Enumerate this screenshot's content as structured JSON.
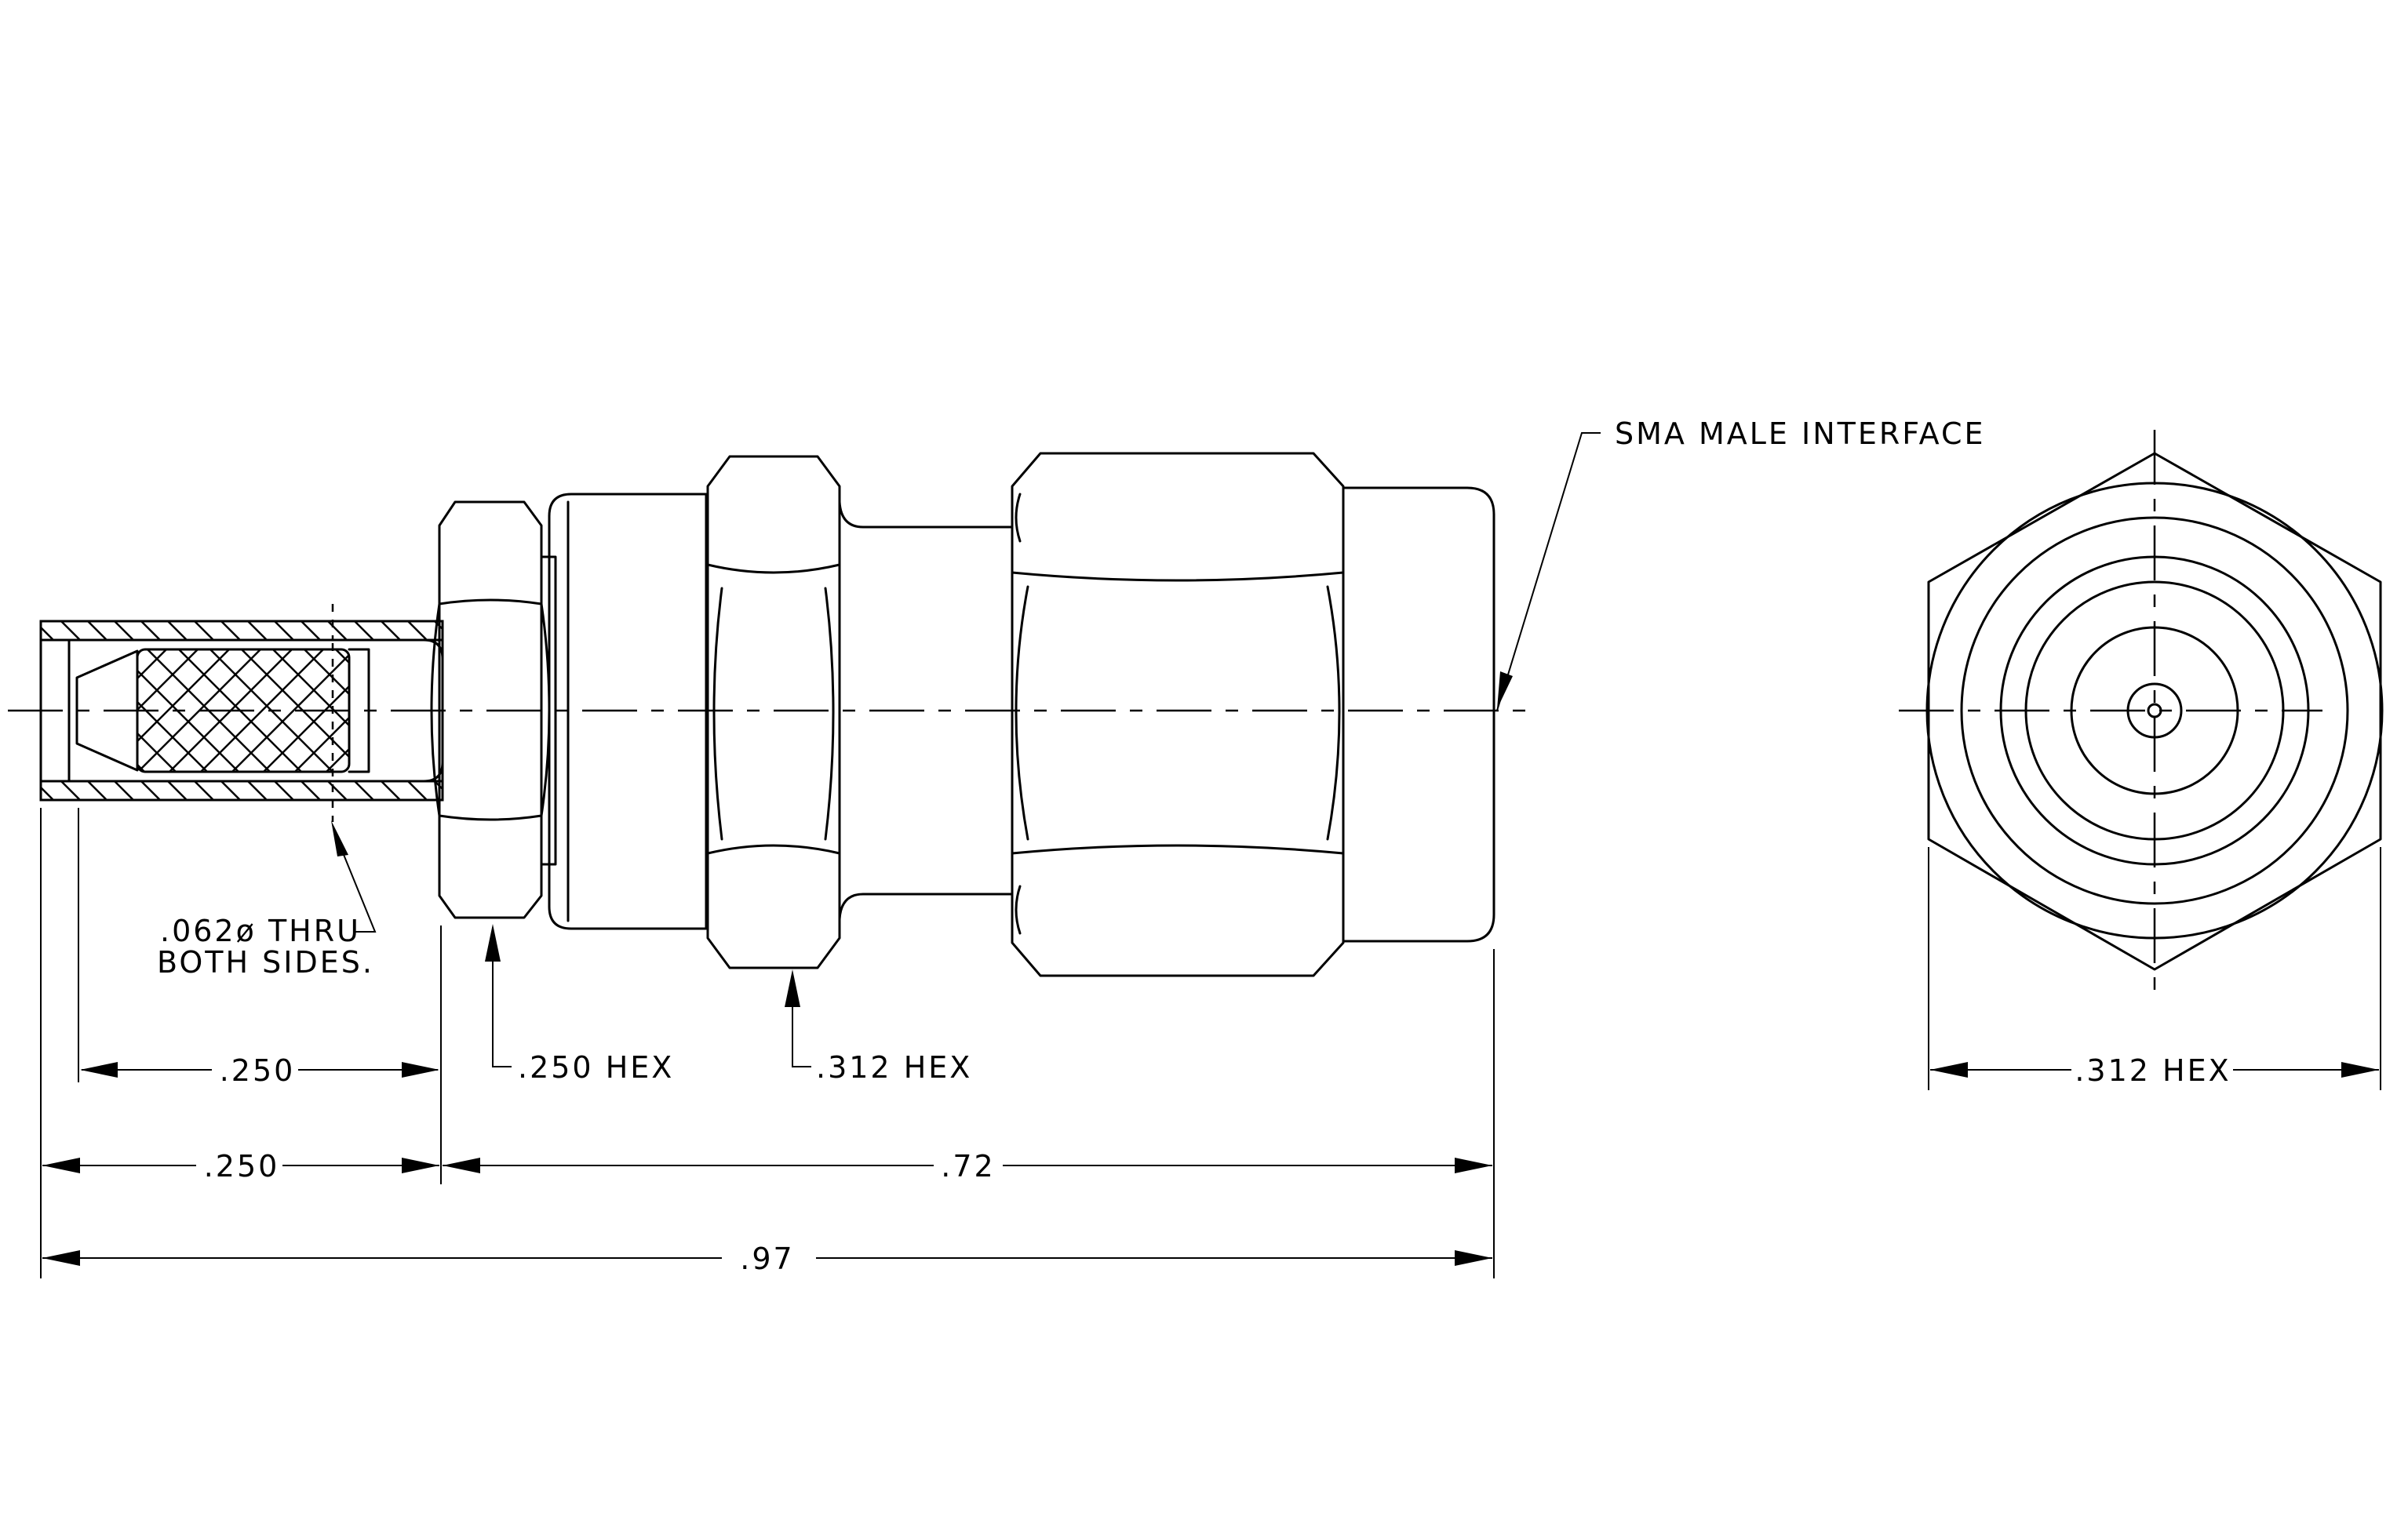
{
  "side_view": {
    "callouts": {
      "hole_line1": ".062ø THRU",
      "hole_line2": "BOTH SIDES.",
      "interface": "SMA MALE INTERFACE",
      "small_hex": ".250 HEX",
      "mid_hex": ".312 HEX"
    },
    "dimensions": {
      "ferrule_length": ".250",
      "rear_length": ".250",
      "front_length": ".72",
      "overall_length": ".97"
    }
  },
  "end_view": {
    "hex_dimension": ".312 HEX"
  },
  "colors": {
    "line": "#000000",
    "background": "#ffffff"
  }
}
